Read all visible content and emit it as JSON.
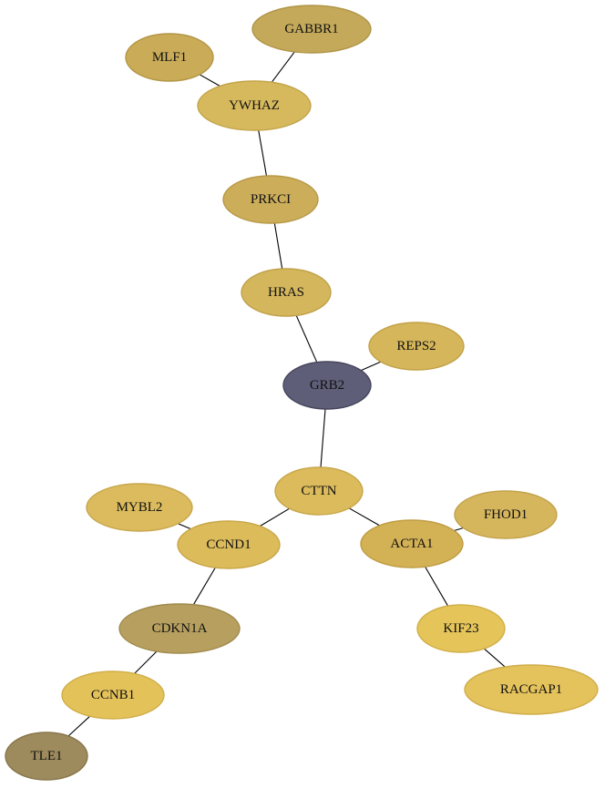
{
  "network": {
    "nodes": [
      {
        "id": "GABBR1",
        "label": "GABBR1",
        "fill": "#c4a95a",
        "stroke": "#b09548"
      },
      {
        "id": "MLF1",
        "label": "MLF1",
        "fill": "#c9ab58",
        "stroke": "#b39647"
      },
      {
        "id": "YWHAZ",
        "label": "YWHAZ",
        "fill": "#d7b95d",
        "stroke": "#c3a44a"
      },
      {
        "id": "PRKCI",
        "label": "PRKCI",
        "fill": "#ccad5a",
        "stroke": "#b89948"
      },
      {
        "id": "HRAS",
        "label": "HRAS",
        "fill": "#d4b65c",
        "stroke": "#c0a14a"
      },
      {
        "id": "REPS2",
        "label": "REPS2",
        "fill": "#d6b65a",
        "stroke": "#c2a148"
      },
      {
        "id": "GRB2",
        "label": "GRB2",
        "fill": "#5f5e78",
        "stroke": "#46455c"
      },
      {
        "id": "CTTN",
        "label": "CTTN",
        "fill": "#dcbb5c",
        "stroke": "#c8a64a"
      },
      {
        "id": "MYBL2",
        "label": "MYBL2",
        "fill": "#dbbb5e",
        "stroke": "#c7a64c"
      },
      {
        "id": "CCND1",
        "label": "CCND1",
        "fill": "#dcbb5a",
        "stroke": "#c8a648"
      },
      {
        "id": "FHOD1",
        "label": "FHOD1",
        "fill": "#d6b65d",
        "stroke": "#c2a14b"
      },
      {
        "id": "ACTA1",
        "label": "ACTA1",
        "fill": "#d3b155",
        "stroke": "#bf9c43"
      },
      {
        "id": "CDKN1A",
        "label": "CDKN1A",
        "fill": "#b7a05f",
        "stroke": "#a08a4c"
      },
      {
        "id": "KIF23",
        "label": "KIF23",
        "fill": "#e5c45a",
        "stroke": "#d1af48"
      },
      {
        "id": "CCNB1",
        "label": "CCNB1",
        "fill": "#e4c25a",
        "stroke": "#d0ad48"
      },
      {
        "id": "RACGAP1",
        "label": "RACGAP1",
        "fill": "#e4c25c",
        "stroke": "#d0ad4a"
      },
      {
        "id": "TLE1",
        "label": "TLE1",
        "fill": "#9e8b5d",
        "stroke": "#87764b"
      }
    ],
    "edges": [
      [
        "GABBR1",
        "YWHAZ"
      ],
      [
        "MLF1",
        "YWHAZ"
      ],
      [
        "YWHAZ",
        "PRKCI"
      ],
      [
        "PRKCI",
        "HRAS"
      ],
      [
        "HRAS",
        "GRB2"
      ],
      [
        "REPS2",
        "GRB2"
      ],
      [
        "GRB2",
        "CTTN"
      ],
      [
        "CTTN",
        "CCND1"
      ],
      [
        "CTTN",
        "ACTA1"
      ],
      [
        "MYBL2",
        "CCND1"
      ],
      [
        "FHOD1",
        "ACTA1"
      ],
      [
        "CCND1",
        "CDKN1A"
      ],
      [
        "ACTA1",
        "KIF23"
      ],
      [
        "CDKN1A",
        "CCNB1"
      ],
      [
        "KIF23",
        "RACGAP1"
      ],
      [
        "CCNB1",
        "TLE1"
      ]
    ]
  }
}
